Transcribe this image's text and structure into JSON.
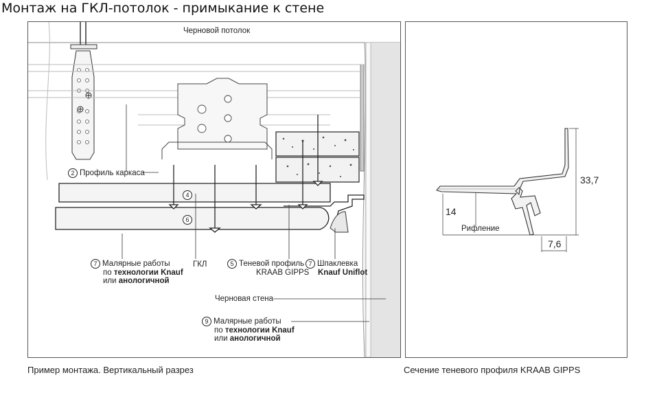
{
  "title": "Монтаж на ГКЛ-потолок - примыкание к стене",
  "left_panel": {
    "caption": "Пример монтажа. Вертикальный разрез",
    "labels": {
      "rough_ceiling": "Черновой потолок",
      "frame_profile": "Профиль каркаса",
      "frame_profile_num": "2",
      "gkl_layer_num_1": "4",
      "gkl_layer_num_2": "6",
      "paint_num": "7",
      "paint_line1": "Малярные работы",
      "paint_line2_prefix": "по",
      "paint_line2_bold": "технологии Knauf",
      "paint_line3_prefix": "или",
      "paint_line3_bold": "анологичной",
      "gkl": "ГКЛ",
      "shadow_num": "5",
      "shadow_line1": "Теневой профиль",
      "shadow_line2": "KRAAB GIPPS",
      "putty_num": "7",
      "putty_line1": "Шпаклевка",
      "putty_line2_bold": "Knauf Uniflot",
      "rough_wall": "Черновая стена",
      "wall_paint_num": "9",
      "wall_paint_line1": "Малярные работы",
      "wall_paint_line2_prefix": "по",
      "wall_paint_line2_bold": "технологии Knauf",
      "wall_paint_line3_prefix": "или",
      "wall_paint_line3_bold": "анологичной"
    }
  },
  "right_panel": {
    "caption": "Сечение теневого профиля KRAAB GIPPS",
    "labels": {
      "dim_height": "33,7",
      "dim_left": "14",
      "ribbing": "Рифление",
      "dim_bottom": "7,6"
    }
  },
  "colors": {
    "line": "#333333",
    "wall_fill": "#e4e4e4",
    "board_fill": "#f4f4f4"
  }
}
